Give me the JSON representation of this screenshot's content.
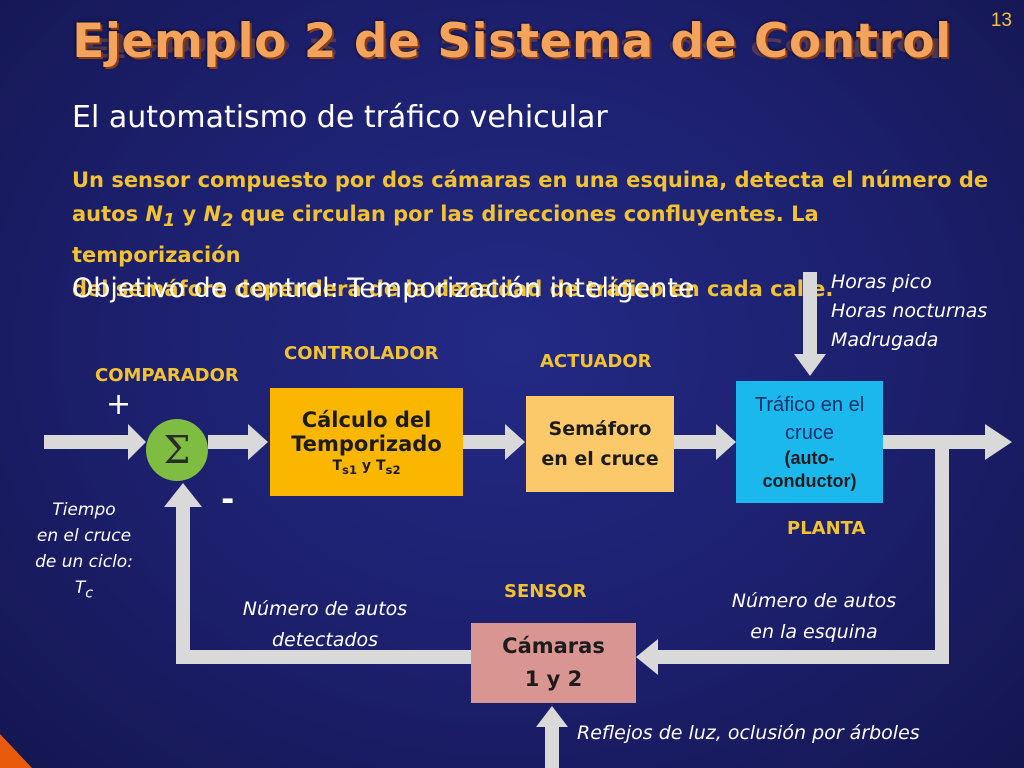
{
  "slide_number": "13",
  "title": "Ejemplo 2 de Sistema de Control",
  "subtitle": "El automatismo de tráfico vehicular",
  "paragraph": {
    "line1": "Un sensor compuesto por dos cámaras en una esquina, detecta el número de",
    "line2_a": "autos ",
    "line2_n1": "N",
    "line2_n1_sub": "1",
    "line2_y": " y ",
    "line2_n2": "N",
    "line2_n2_sub": "2",
    "line2_b": " que circulan por las direcciones confluyentes. La temporización",
    "line3": "del semáforo dependerá de la densidad de tráfico en cada calle."
  },
  "objective": "Objetivo de control: Temporización inteligente",
  "disturbance_plant": [
    "Horas pico",
    "Horas nocturnas",
    "Madrugada"
  ],
  "diagram": {
    "comparator_label": "COMPARADOR",
    "controller_label": "CONTROLADOR",
    "actuator_label": "ACTUADOR",
    "plant_label": "PLANTA",
    "sensor_label": "SENSOR",
    "plus": "+",
    "minus": "-",
    "sigma": "Σ",
    "controller_box": {
      "line1": "Cálculo del",
      "line2": "Temporizado",
      "ts1": "T",
      "ts1_sub": "s1",
      "y": " y ",
      "ts2": "T",
      "ts2_sub": "s2"
    },
    "actuator_box": {
      "line1": "Semáforo",
      "line2": "en el cruce"
    },
    "plant_box": {
      "line1": "Tráfico en el",
      "line2": "cruce",
      "line3": "(auto-",
      "line4": "conductor)"
    },
    "sensor_box": {
      "line1": "Cámaras",
      "line2": "1 y 2"
    },
    "input_text": {
      "line1": "Tiempo",
      "line2": "en el cruce",
      "line3": "de un ciclo:",
      "line4": "T",
      "line4_sub": "c"
    },
    "feedback_left_text": {
      "line1": "Número de autos",
      "line2": "detectados"
    },
    "feedback_right_text": {
      "line1": "Número de autos",
      "line2": "en la esquina"
    },
    "sensor_disturbance": "Reflejos de luz, oclusión por árboles"
  },
  "colors": {
    "background": "#1c1e68",
    "title": "#f4a35c",
    "accent_yellow": "#f2c230",
    "controller": "#fbb700",
    "actuator": "#fbc86a",
    "plant": "#1ab8ec",
    "sensor": "#d99592",
    "comparator": "#7fbc42",
    "arrows": "#d9d9d9"
  }
}
